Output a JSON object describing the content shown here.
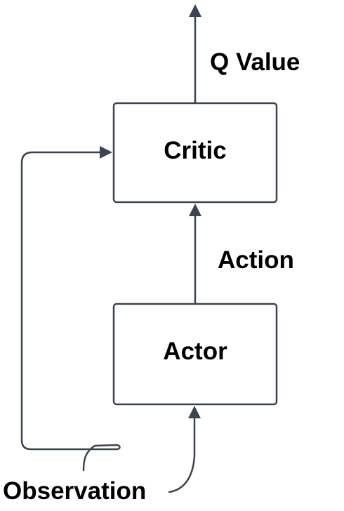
{
  "diagram": {
    "nodes": {
      "critic": {
        "label": "Critic"
      },
      "actor": {
        "label": "Actor"
      }
    },
    "edges": {
      "q_value": {
        "label": "Q Value"
      },
      "action": {
        "label": "Action"
      },
      "observation": {
        "label": "Observation"
      }
    },
    "colors": {
      "stroke": "#3d4451",
      "text": "#000000",
      "background": "#ffffff"
    }
  }
}
